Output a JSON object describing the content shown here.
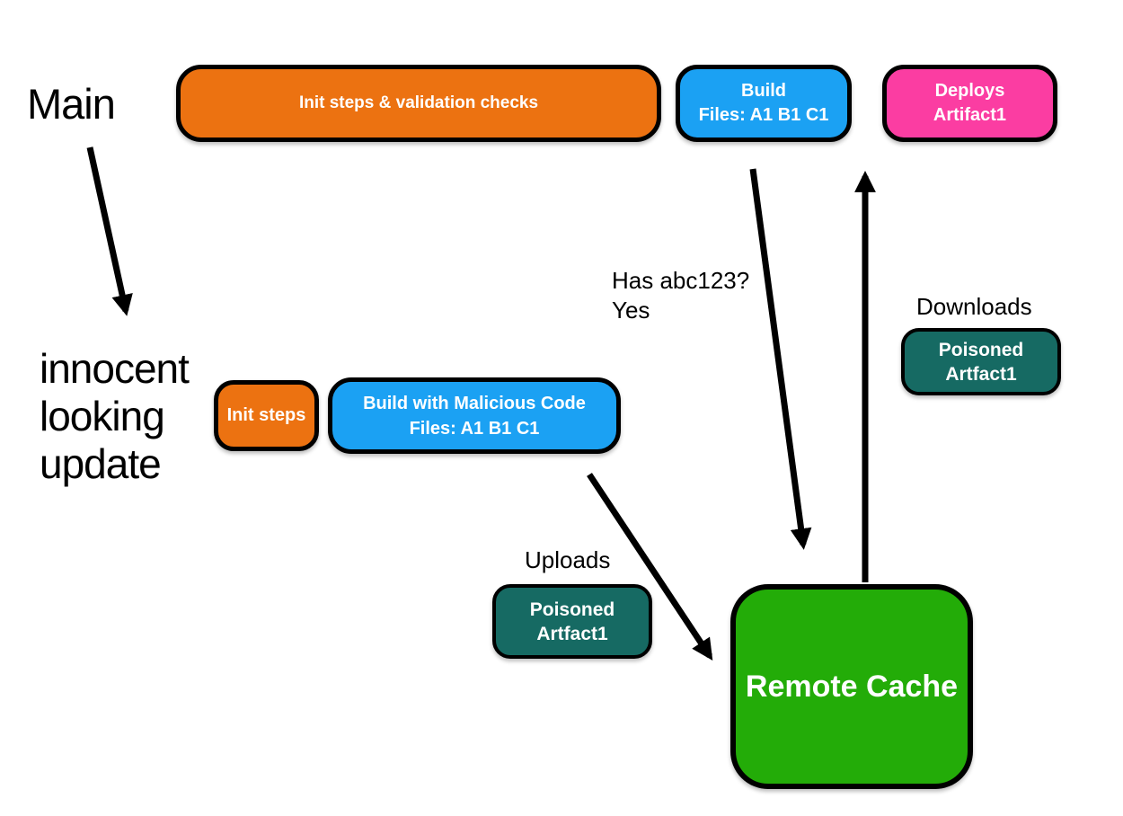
{
  "colors": {
    "orange": "#EC7211",
    "blue": "#1BA1F3",
    "pink": "#FB3DA2",
    "teal": "#166A63",
    "green": "#23AC08",
    "arrow": "#000000"
  },
  "labels": {
    "main": "Main",
    "innocent_lines": [
      "innocent",
      "looking",
      "update"
    ],
    "has_hash_line1": "Has abc123?",
    "has_hash_line2": "Yes",
    "downloads": "Downloads",
    "uploads": "Uploads"
  },
  "nodes": {
    "init_validation": {
      "label": "Init steps & validation checks",
      "color": "#EC7211"
    },
    "build": {
      "line1": "Build",
      "line2": "Files: A1 B1 C1",
      "color": "#1BA1F3"
    },
    "deploys": {
      "line1": "Deploys",
      "line2": "Artifact1",
      "color": "#FB3DA2"
    },
    "init_steps": {
      "label": "Init steps",
      "color": "#EC7211"
    },
    "build_malicious": {
      "line1": "Build with Malicious Code",
      "line2": "Files: A1 B1 C1",
      "color": "#1BA1F3"
    },
    "poisoned_download": {
      "line1": "Poisoned",
      "line2": "Artfact1",
      "color": "#166A63"
    },
    "poisoned_upload": {
      "line1": "Poisoned",
      "line2": "Artfact1",
      "color": "#166A63"
    },
    "remote_cache": {
      "label": "Remote Cache",
      "color": "#23AC08"
    }
  }
}
